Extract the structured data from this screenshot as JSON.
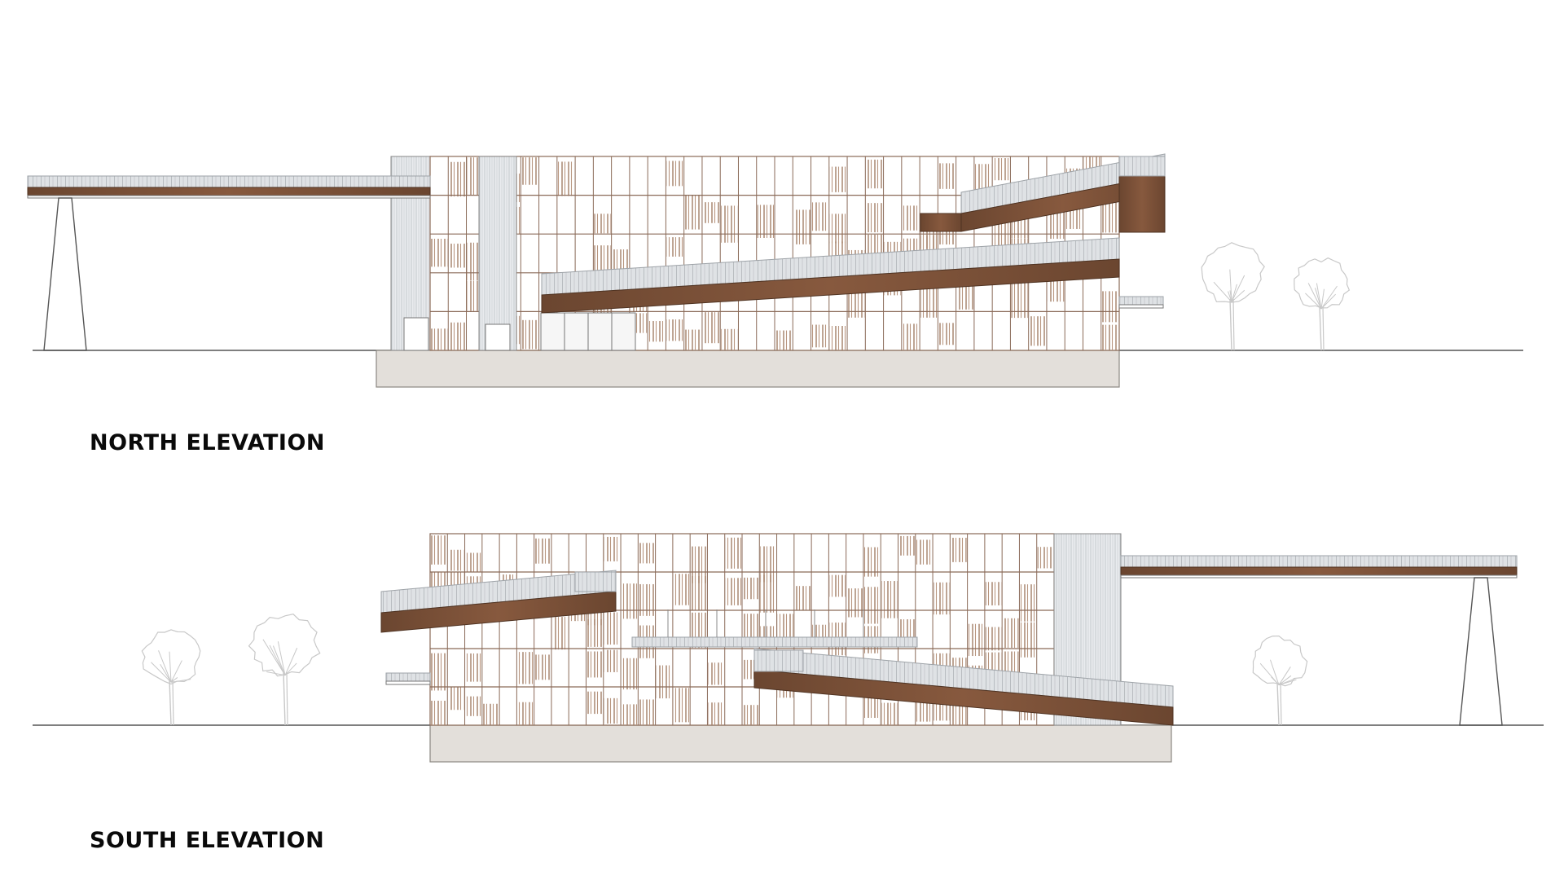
{
  "drawings": [
    {
      "id": "north",
      "title": "NORTH ELEVATION"
    },
    {
      "id": "south",
      "title": "SOUTH ELEVATION"
    }
  ],
  "colors": {
    "background": "#ffffff",
    "frame": "#8a6a58",
    "wood": "#6e4a34",
    "wood_light": "#8a5f44",
    "slat": "#b08a72",
    "railing": "#c9ccd0",
    "railing_dark": "#9ea3a8",
    "concrete": "#e3dfda",
    "ground": "#555555",
    "tree": "#c8c8c8",
    "label": "#0a0a0a"
  }
}
